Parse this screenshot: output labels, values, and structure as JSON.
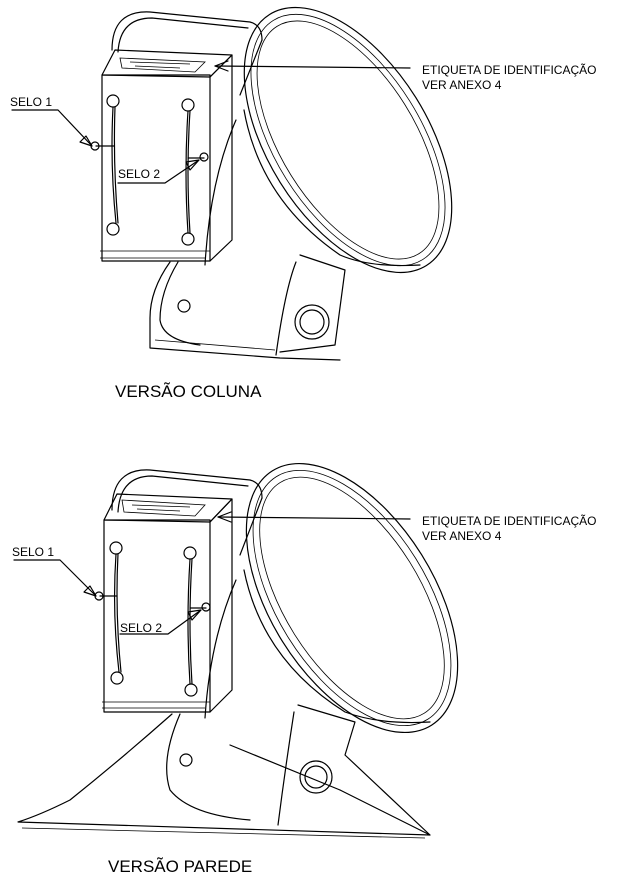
{
  "views": [
    {
      "caption": "VERSÃO COLUNA",
      "label_tag": "ETIQUETA DE IDENTIFICAÇÃO",
      "label_ref": "VER ANEXO 4",
      "seal1": "SELO 1",
      "seal2": "SELO 2"
    },
    {
      "caption": "VERSÃO PAREDE",
      "label_tag": "ETIQUETA DE IDENTIFICAÇÃO",
      "label_ref": "VER ANEXO 4",
      "seal1": "SELO 1",
      "seal2": "SELO 2"
    }
  ]
}
